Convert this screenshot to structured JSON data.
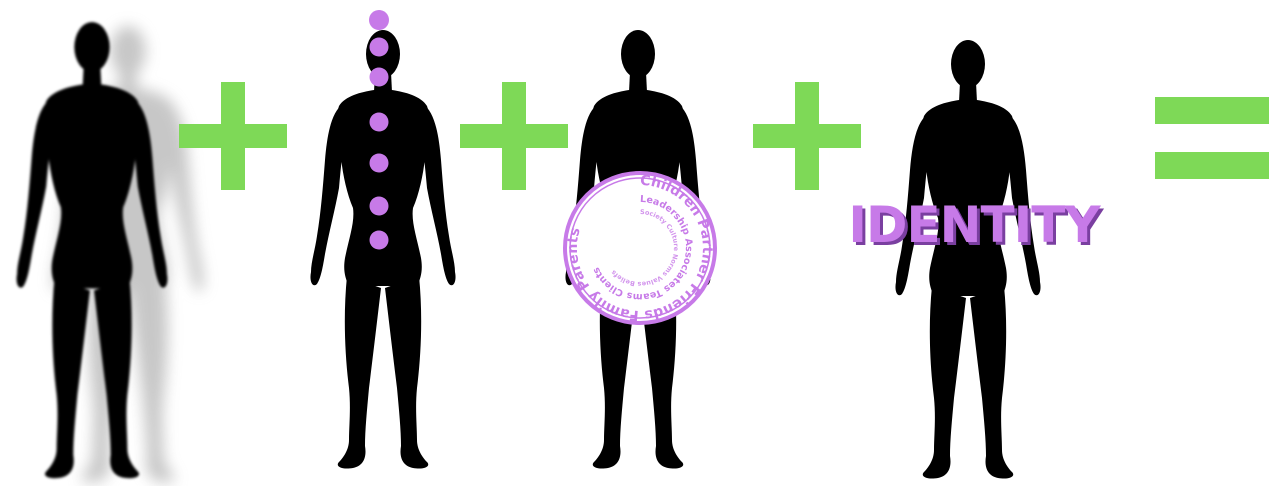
{
  "colors": {
    "silhouette": "#000000",
    "plus": "#7ed957",
    "equals": "#7ed957",
    "accent": "#c77ae8",
    "accent_dark": "#7a3fa0",
    "ring_fill": "#ffffff"
  },
  "figures": [
    {
      "name": "shadow-figure",
      "shadowed": true
    },
    {
      "name": "chakra-figure",
      "dot_count": 7
    },
    {
      "name": "relationships-figure",
      "has_ring": true
    },
    {
      "name": "identity-figure",
      "has_label": true
    }
  ],
  "operators": [
    "+",
    "+",
    "+",
    "="
  ],
  "relationship_ring": {
    "outer_words": [
      "Children",
      "Partner",
      "Friends",
      "Family",
      "Parents"
    ],
    "middle_words": [
      "Leadership",
      "Associates",
      "Teams",
      "Clients"
    ],
    "inner_words": [
      "Society",
      "Culture",
      "Norms",
      "Values",
      "Beliefs"
    ]
  },
  "identity_label": "IDENTITY"
}
